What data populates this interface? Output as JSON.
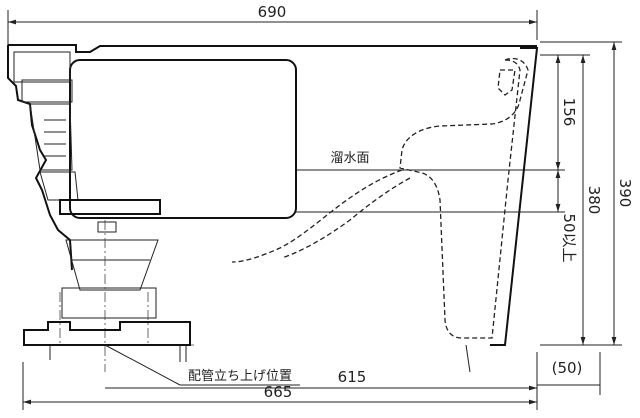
{
  "dimensions": {
    "top_width": "690",
    "bottom_width": "665",
    "bottom_inner": "615",
    "offset": "(50)",
    "height_total": "390",
    "height_inner": "380",
    "height_upper": "156",
    "height_lower": "50以上"
  },
  "labels": {
    "water_surface": "溜水面",
    "pipe_position": "配管立ち上げ位置"
  },
  "colors": {
    "line": "#111111",
    "background": "#ffffff"
  }
}
